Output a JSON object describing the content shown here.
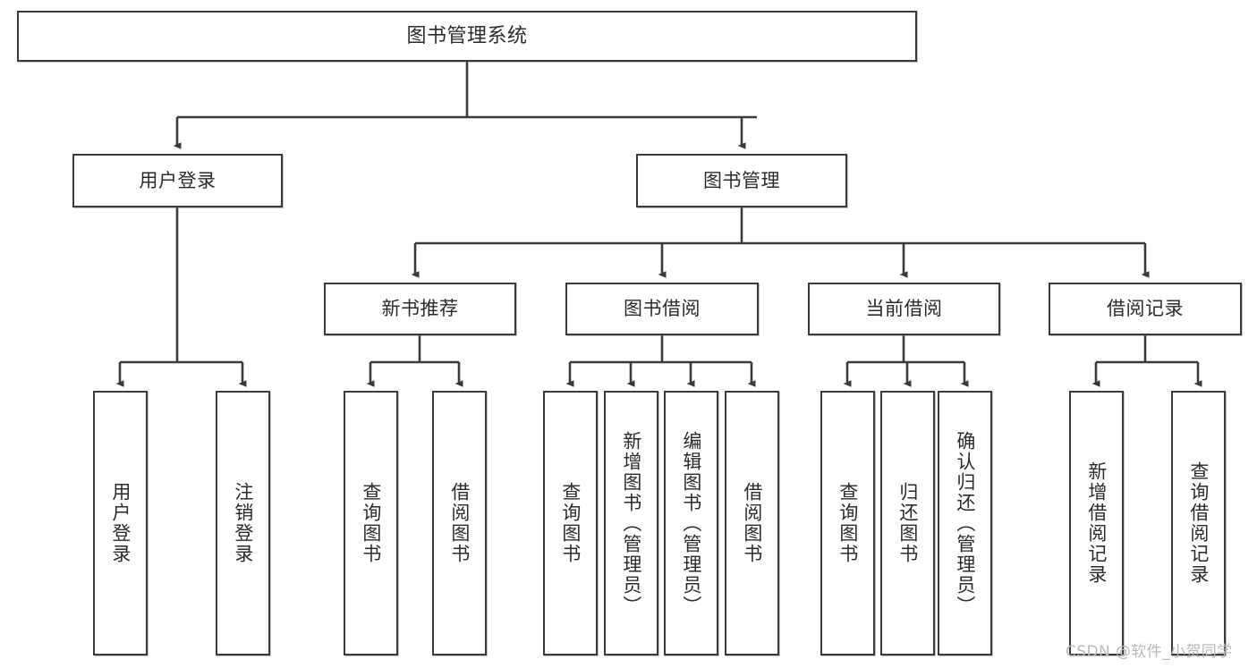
{
  "diagram": {
    "type": "hierarchy-tree",
    "title": "图书管理系统",
    "watermark": "CSDN @软件_小贺同学",
    "colors": {
      "stroke": "#3a3a3a",
      "fill": "#ffffff",
      "text": "#2b2b2b",
      "watermark": "#b9b9b9"
    },
    "nodes": {
      "root": {
        "label": "图书管理系统"
      },
      "level1": [
        {
          "label": "用户登录"
        },
        {
          "label": "图书管理"
        }
      ],
      "level2": [
        {
          "label": "新书推荐"
        },
        {
          "label": "图书借阅"
        },
        {
          "label": "当前借阅"
        },
        {
          "label": "借阅记录"
        }
      ],
      "leaves_user_login": [
        {
          "label": "用户登录"
        },
        {
          "label": "注销登录"
        }
      ],
      "leaves_new_book": [
        {
          "label": "查询图书"
        },
        {
          "label": "借阅图书"
        }
      ],
      "leaves_borrow": [
        {
          "label": "查询图书"
        },
        {
          "label": "新增图书（管理员）"
        },
        {
          "label": "编辑图书（管理员）"
        },
        {
          "label": "借阅图书"
        }
      ],
      "leaves_current": [
        {
          "label": "查询图书"
        },
        {
          "label": "归还图书"
        },
        {
          "label": "确认归还（管理员）"
        }
      ],
      "leaves_record": [
        {
          "label": "新增借阅记录"
        },
        {
          "label": "查询借阅记录"
        }
      ]
    }
  }
}
